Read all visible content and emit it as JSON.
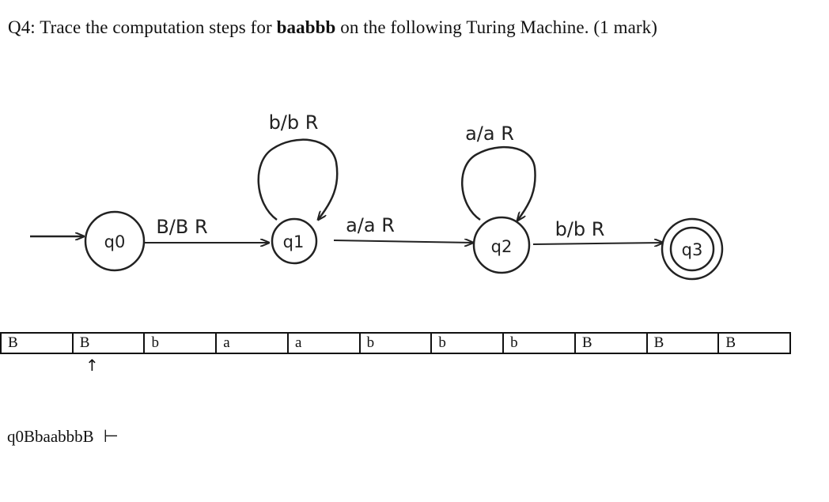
{
  "question": {
    "prefix": "Q4: Trace the computation steps for ",
    "input_string": "baabbb",
    "suffix": " on the following Turing Machine. (1 mark)"
  },
  "diagram": {
    "states": [
      {
        "id": "q0",
        "label": "q0",
        "start": true,
        "accepting": false
      },
      {
        "id": "q1",
        "label": "q1",
        "start": false,
        "accepting": false
      },
      {
        "id": "q2",
        "label": "q2",
        "start": false,
        "accepting": false
      },
      {
        "id": "q3",
        "label": "q3",
        "start": false,
        "accepting": true
      }
    ],
    "transitions": [
      {
        "from": "q0",
        "to": "q1",
        "label": "B/B R"
      },
      {
        "from": "q1",
        "to": "q1",
        "label": "b/b R"
      },
      {
        "from": "q1",
        "to": "q2",
        "label": "a/a R"
      },
      {
        "from": "q2",
        "to": "q2",
        "label": "a/a R"
      },
      {
        "from": "q2",
        "to": "q3",
        "label": "b/b R"
      }
    ]
  },
  "tape": {
    "cells": [
      "B",
      "B",
      "b",
      "a",
      "a",
      "b",
      "b",
      "b",
      "B",
      "B",
      "B"
    ],
    "head_index": 1,
    "head_symbol": "↑"
  },
  "trace": {
    "configuration": "q0BbaabbbB",
    "turnstile": "⊢"
  }
}
